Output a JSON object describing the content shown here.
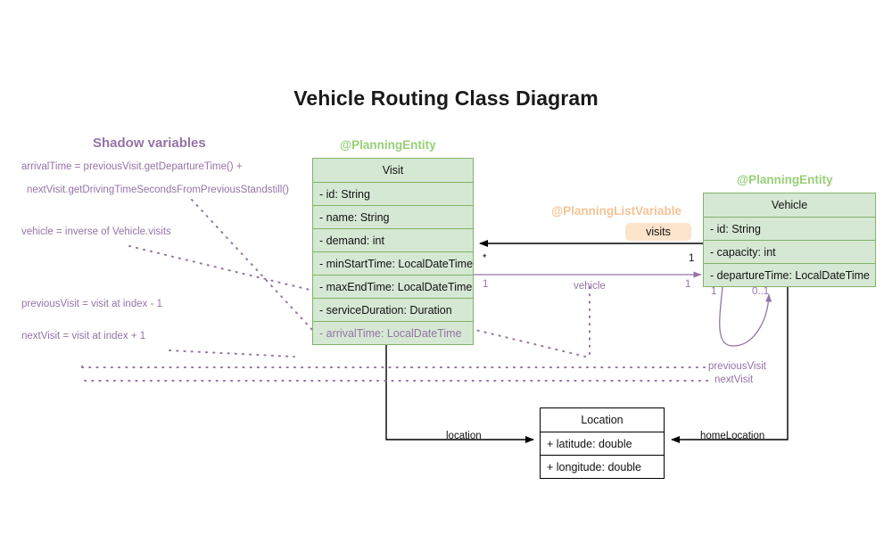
{
  "title": "Vehicle Routing Class Diagram",
  "shadow_panel": {
    "heading": "Shadow variables",
    "notes": [
      "arrivalTime = previousVisit.getDepartureTime() +",
      "nextVisit.getDrivingTimeSecondsFromPreviousStandstill()",
      "vehicle = inverse of Vehicle.visits",
      "previousVisit = visit at index - 1",
      "nextVisit = visit at index + 1"
    ]
  },
  "classes": {
    "visit": {
      "stereotype": "@PlanningEntity",
      "name": "Visit",
      "attributes": [
        "- id: String",
        "- name: String",
        "- demand: int",
        "- minStartTime: LocalDateTime",
        "- maxEndTime: LocalDateTime",
        "- serviceDuration: Duration",
        "- arrivalTime: LocalDateTime"
      ],
      "shadow_attribute_index": 6
    },
    "vehicle": {
      "stereotype": "@PlanningEntity",
      "name": "Vehicle",
      "attributes": [
        "- id: String",
        "- capacity: int",
        "- departureTime: LocalDateTime"
      ]
    },
    "location": {
      "name": "Location",
      "attributes": [
        "+ latitude: double",
        "+ longitude: double"
      ]
    }
  },
  "annotations": {
    "planning_list_variable": "@PlanningListVariable",
    "visits_badge": "visits"
  },
  "edges": {
    "visits": {
      "label": "visits",
      "source_mult": "*",
      "target_mult": "1"
    },
    "vehicle": {
      "label": "vehicle",
      "source_mult": "1",
      "target_mult": "1"
    },
    "chain": {
      "source_mult": "1",
      "target_mult": "0..1",
      "previous_label": "previousVisit",
      "next_label": "nextVisit"
    },
    "location": {
      "label": "location"
    },
    "home_location": {
      "label": "homeLocation"
    }
  },
  "colors": {
    "entity_fill": "#d5e8d4",
    "entity_stroke": "#82b366",
    "stereotype_green": "#97d077",
    "stereotype_orange": "#f5c396",
    "badge_fill": "#fce3cc",
    "shadow_purple": "#9673a6",
    "plain_stroke": "#000000"
  }
}
